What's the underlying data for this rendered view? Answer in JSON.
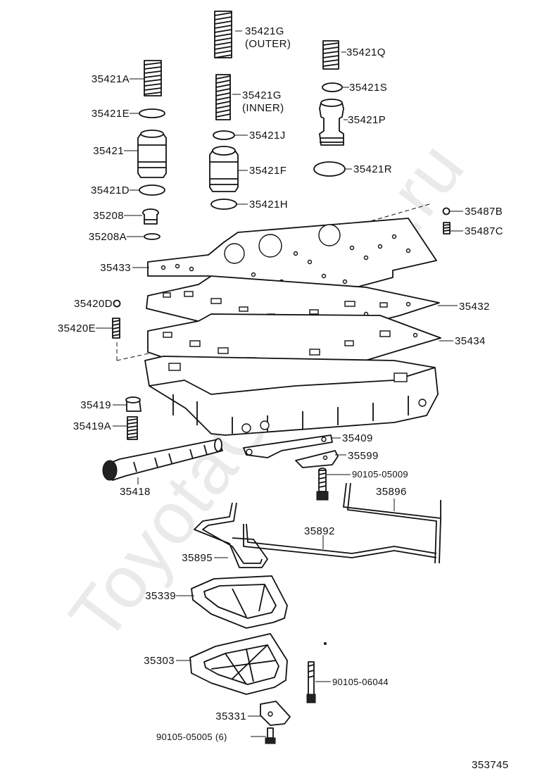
{
  "watermark": "ToyotaCarMine.ru",
  "diagram_id": "353745",
  "labels": {
    "g_outer_num": "35421G",
    "g_outer_sub": "(OUTER)",
    "q": "35421Q",
    "a": "35421A",
    "g_inner_num": "35421G",
    "g_inner_sub": "(INNER)",
    "s": "35421S",
    "e": "35421E",
    "p": "35421P",
    "j": "35421J",
    "base": "35421",
    "f": "35421F",
    "r": "35421R",
    "d": "35421D",
    "h": "35421H",
    "b35208": "35208",
    "b35487b": "35487B",
    "b35208a": "35208A",
    "b35487c": "35487C",
    "b35433": "35433",
    "b35420d": "35420D",
    "b35432": "35432",
    "b35420e": "35420E",
    "b35434": "35434",
    "b35419": "35419",
    "b35419a": "35419A",
    "b35409": "35409",
    "b35599": "35599",
    "bolt1": "90105-05009",
    "b35418": "35418",
    "b35896": "35896",
    "b35892": "35892",
    "b35895": "35895",
    "b35339": "35339",
    "b35303": "35303",
    "bolt2": "90105-06044",
    "b35331": "35331",
    "bolt3": "90105-05005 (6)"
  }
}
